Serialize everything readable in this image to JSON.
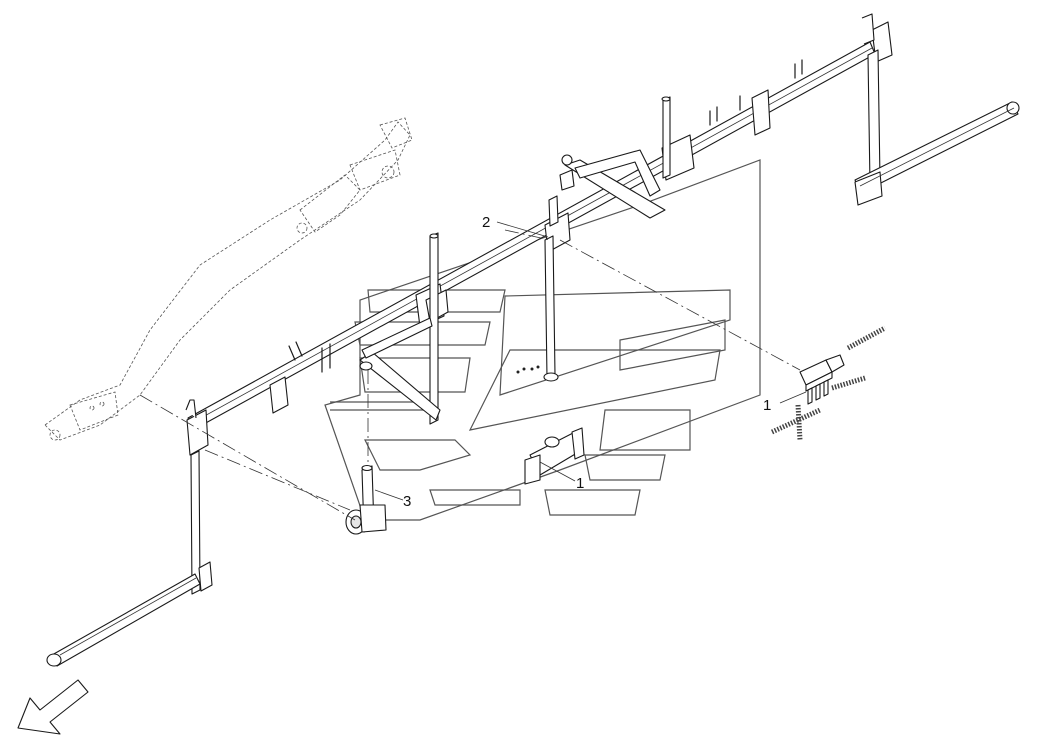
{
  "callouts": [
    {
      "id": "callout-1a",
      "text": "1"
    },
    {
      "id": "callout-1b",
      "text": "1"
    },
    {
      "id": "callout-2",
      "text": "2"
    },
    {
      "id": "callout-3",
      "text": "3"
    }
  ],
  "colors": {
    "line": "#1a1a1a",
    "background": "#ffffff",
    "ghost": "#555555"
  },
  "icons": [
    "direction-arrow-icon"
  ]
}
